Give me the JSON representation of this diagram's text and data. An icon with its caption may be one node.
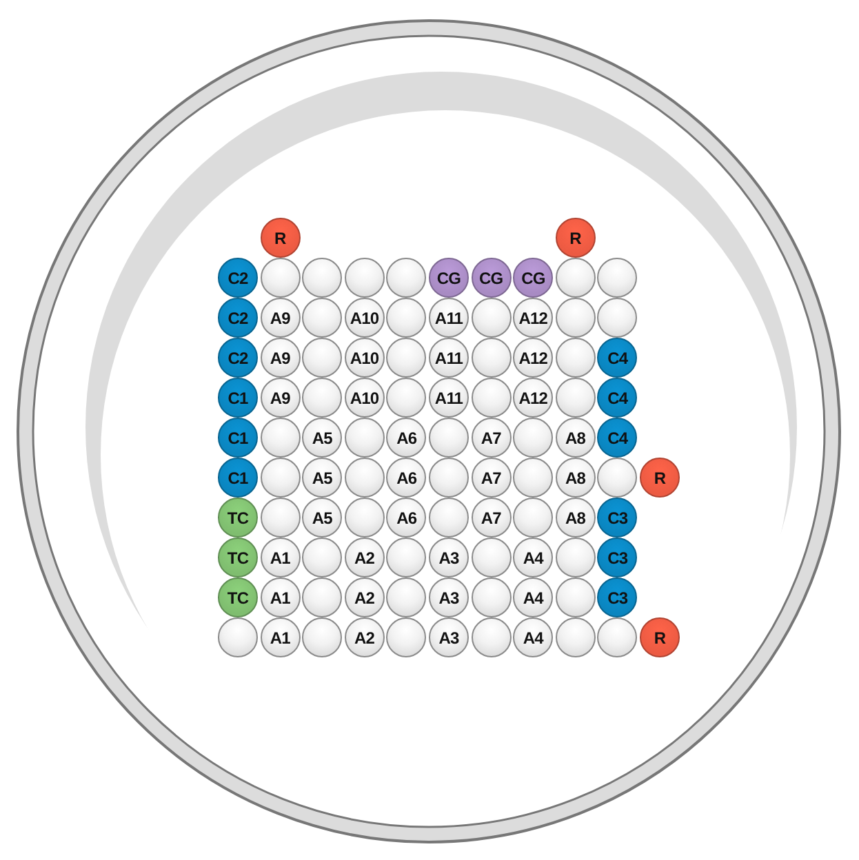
{
  "diagram": {
    "nodes": [
      {
        "text": [
          "R"
        ]
      },
      {
        "text": [
          "R"
        ]
      },
      {
        "text": [
          "C2"
        ]
      },
      {
        "text": [],
        "shape": "circle"
      },
      {
        "text": [],
        "shape": "circle"
      },
      {
        "text": [],
        "shape": "circle"
      },
      {
        "text": [],
        "shape": "circle"
      },
      {
        "text": [
          "CG"
        ]
      },
      {
        "text": [
          "CG"
        ]
      },
      {
        "text": [
          "CG"
        ]
      },
      {
        "text": [],
        "shape": "circle"
      },
      {
        "text": [],
        "shape": "circle"
      },
      {
        "text": [
          "C2"
        ]
      },
      {
        "text": [
          "A9"
        ]
      },
      {
        "text": [],
        "shape": "circle"
      },
      {
        "text": [
          "A10"
        ]
      },
      {
        "text": [],
        "shape": "circle"
      },
      {
        "text": [
          "A11"
        ]
      },
      {
        "text": [],
        "shape": "circle"
      },
      {
        "text": [
          "A12"
        ]
      },
      {
        "text": [],
        "shape": "circle"
      },
      {
        "text": [],
        "shape": "circle"
      },
      {
        "text": [
          "C2"
        ]
      },
      {
        "text": [
          "A9"
        ]
      },
      {
        "text": [],
        "shape": "circle"
      },
      {
        "text": [
          "A10"
        ]
      },
      {
        "text": [],
        "shape": "circle"
      },
      {
        "text": [
          "A11"
        ]
      },
      {
        "text": [],
        "shape": "circle"
      },
      {
        "text": [
          "A12"
        ]
      },
      {
        "text": [],
        "shape": "circle"
      },
      {
        "text": [
          "C4"
        ]
      },
      {
        "text": [
          "C1"
        ]
      },
      {
        "text": [
          "A9"
        ]
      },
      {
        "text": [],
        "shape": "circle"
      },
      {
        "text": [
          "A10"
        ]
      },
      {
        "text": [],
        "shape": "circle"
      },
      {
        "text": [
          "A11"
        ]
      },
      {
        "text": [],
        "shape": "circle"
      },
      {
        "text": [
          "A12"
        ]
      },
      {
        "text": [],
        "shape": "circle"
      },
      {
        "text": [
          "C4"
        ]
      },
      {
        "text": [
          "C1"
        ]
      },
      {
        "text": [],
        "shape": "circle"
      },
      {
        "text": [
          "A5"
        ]
      },
      {
        "text": [],
        "shape": "circle"
      },
      {
        "text": [
          "A6"
        ]
      },
      {
        "text": [],
        "shape": "circle"
      },
      {
        "text": [
          "A7"
        ]
      },
      {
        "text": [],
        "shape": "circle"
      },
      {
        "text": [
          "A8"
        ]
      },
      {
        "text": [
          "C4"
        ]
      },
      {
        "text": [
          "C1"
        ]
      },
      {
        "text": [],
        "shape": "circle"
      },
      {
        "text": [
          "A5"
        ]
      },
      {
        "text": [],
        "shape": "circle"
      },
      {
        "text": [
          "A6"
        ]
      },
      {
        "text": [],
        "shape": "circle"
      },
      {
        "text": [
          "A7"
        ]
      },
      {
        "text": [],
        "shape": "circle"
      },
      {
        "text": [
          "A8"
        ]
      },
      {
        "text": [],
        "shape": "circle"
      },
      {
        "text": [
          "R"
        ]
      },
      {
        "text": [
          "TC"
        ]
      },
      {
        "text": [],
        "shape": "circle"
      },
      {
        "text": [
          "A5"
        ]
      },
      {
        "text": [],
        "shape": "circle"
      },
      {
        "text": [
          "A6"
        ]
      },
      {
        "text": [],
        "shape": "circle"
      },
      {
        "text": [
          "A7"
        ]
      },
      {
        "text": [],
        "shape": "circle"
      },
      {
        "text": [
          "A8"
        ]
      },
      {
        "text": [
          "C3"
        ]
      },
      {
        "text": [
          "TC"
        ]
      },
      {
        "text": [
          "A1"
        ]
      },
      {
        "text": [],
        "shape": "circle"
      },
      {
        "text": [
          "A2"
        ]
      },
      {
        "text": [],
        "shape": "circle"
      },
      {
        "text": [
          "A3"
        ]
      },
      {
        "text": [],
        "shape": "circle"
      },
      {
        "text": [
          "A4"
        ]
      },
      {
        "text": [],
        "shape": "circle"
      },
      {
        "text": [
          "C3"
        ]
      },
      {
        "text": [
          "TC"
        ]
      },
      {
        "text": [
          "A1"
        ]
      },
      {
        "text": [],
        "shape": "circle"
      },
      {
        "text": [
          "A2"
        ]
      },
      {
        "text": [],
        "shape": "circle"
      },
      {
        "text": [
          "A3"
        ]
      },
      {
        "text": [],
        "shape": "circle"
      },
      {
        "text": [
          "A4"
        ]
      },
      {
        "text": [],
        "shape": "circle"
      },
      {
        "text": [
          "C3"
        ]
      },
      {
        "text": [],
        "shape": "circle"
      },
      {
        "text": [
          "A1"
        ]
      },
      {
        "text": [],
        "shape": "circle"
      },
      {
        "text": [
          "A2"
        ]
      },
      {
        "text": [],
        "shape": "circle"
      },
      {
        "text": [
          "A3"
        ]
      },
      {
        "text": [],
        "shape": "circle"
      },
      {
        "text": [
          "A4"
        ]
      },
      {
        "text": [],
        "shape": "circle"
      },
      {
        "text": [],
        "shape": "circle"
      },
      {
        "text": [
          "R"
        ]
      }
    ]
  }
}
